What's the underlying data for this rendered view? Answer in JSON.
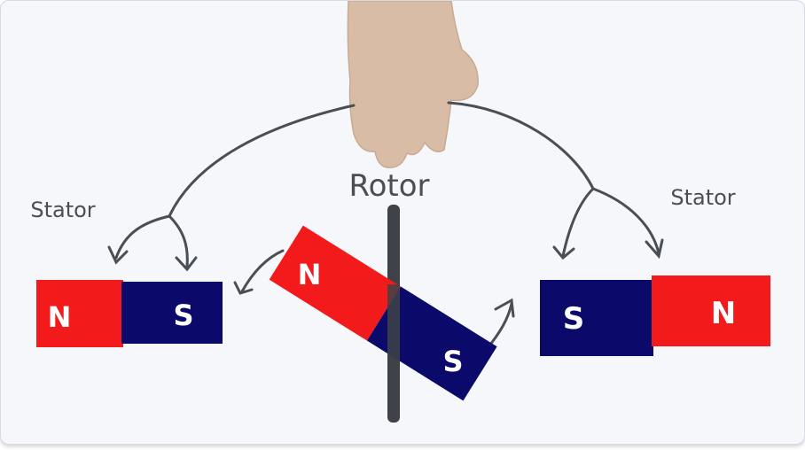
{
  "labels": {
    "rotor": "Rotor",
    "stator_left": "Stator",
    "stator_right": "Stator"
  },
  "magnets": {
    "left": {
      "pole_left": "N",
      "pole_right": "S"
    },
    "rotor": {
      "pole_left": "N",
      "pole_right": "S"
    },
    "right": {
      "pole_left": "S",
      "pole_right": "N"
    }
  },
  "colors": {
    "north": "#f21a1a",
    "south": "#0b0a6b",
    "hand": "#d8bca6",
    "axle": "#3f4248",
    "ink": "#4a4e55"
  }
}
